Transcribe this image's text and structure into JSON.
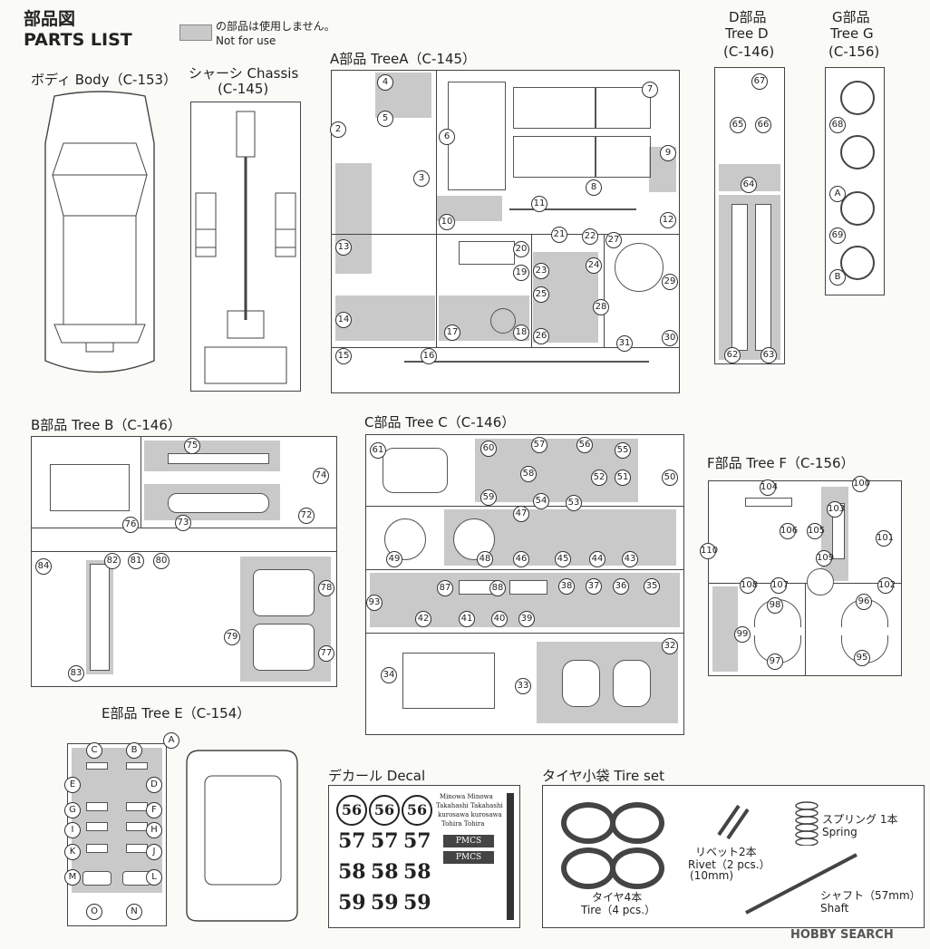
{
  "header": {
    "title_jp": "部品図",
    "title_en": "PARTS LIST",
    "legend_jp": "の部品は使用しません。",
    "legend_en": "Not for use"
  },
  "sections": {
    "body": "ボディ Body（C-153）",
    "chassis_jp": "シャーシ Chassis",
    "chassis_code": "(C-145)",
    "tree_a": "A部品 TreeA（C-145）",
    "tree_d_jp": "D部品",
    "tree_d_en": "Tree D",
    "tree_d_code": "(C-146)",
    "tree_g_jp": "G部品",
    "tree_g_en": "Tree G",
    "tree_g_code": "(C-156)",
    "tree_b": "B部品  Tree B（C-146）",
    "tree_c": "C部品  Tree C（C-146）",
    "tree_f": "F部品  Tree F（C-156）",
    "tree_e": "E部品  Tree E（C-154）",
    "decal": "デカール  Decal",
    "tire_set": "タイヤ小袋  Tire set"
  },
  "tire_set": {
    "rivet_jp": "リベット2本",
    "rivet_en": "Rivet（2 pcs.）",
    "rivet_size": "(10mm)",
    "spring_jp": "スプリング 1本",
    "spring_en": "Spring",
    "tire_jp": "タイヤ4本",
    "tire_en": "Tire（4 pcs.）",
    "shaft_jp": "シャフト（57mm）",
    "shaft_en": "Shaft"
  },
  "decal": {
    "names": [
      "Minowa  Minowa",
      "Takahashi Takahashi",
      "kurosawa  kurosawa",
      "Tohira  Tohira"
    ],
    "race_numbers": [
      "56",
      "57",
      "58",
      "59"
    ],
    "badge": "PMCS"
  },
  "tree_e_letters": [
    "A",
    "B",
    "C",
    "D",
    "E",
    "F",
    "G",
    "H",
    "I",
    "J",
    "K",
    "L",
    "M",
    "N",
    "O"
  ],
  "tree_g_letters": [
    "A",
    "B"
  ],
  "watermark": "HOBBY SEARCH",
  "colors": {
    "not_for_use": "#c9c9c9",
    "line": "#444444"
  }
}
